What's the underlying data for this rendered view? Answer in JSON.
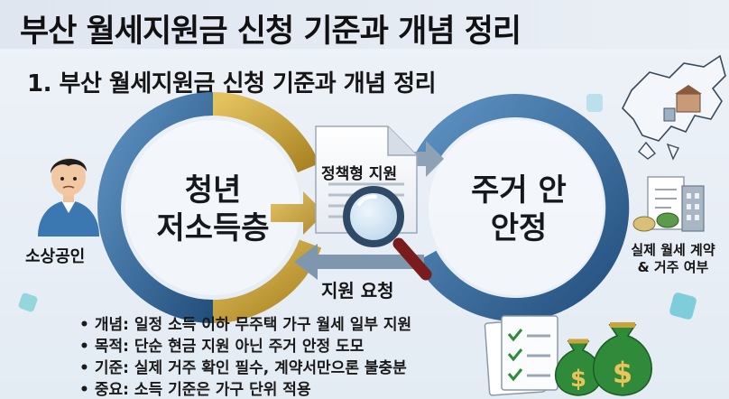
{
  "main_title": "부산 월세지원금 신청 기준과 개념 정리",
  "sub_title": "1. 부산 월세지원금 신청 기준과 개념 정리",
  "left_ring": {
    "line1": "청년",
    "line2": "저소득층"
  },
  "right_ring": {
    "line1": "주거 안",
    "line2": "안정"
  },
  "document_label": "정책형 지원",
  "request_label": "지원 요청",
  "person_label": "소상공인",
  "right_caption": {
    "line1": "실제 월세 계약",
    "line2": "& 거주 여부"
  },
  "bullets": [
    "개념: 일정 소득 이하 무주택 가구 월세 일부 지원",
    "목적: 단순 현금 지원 아닌 주거 안정 도모",
    "기준: 실제 거주 확인 필수, 계약서만으론 불충분",
    "중요: 소득 기준은 가구 단위 적용"
  ],
  "colors": {
    "ring_blue": "#2f6a9e",
    "ring_gold": "#c9a43a",
    "accent_teal": "#4fb0b8",
    "money_green": "#2f8a3a"
  },
  "icons": [
    "person-icon",
    "document-icon",
    "magnifier-icon",
    "busan-map-icon",
    "building-icon",
    "checklist-icon",
    "money-bag-icon"
  ]
}
